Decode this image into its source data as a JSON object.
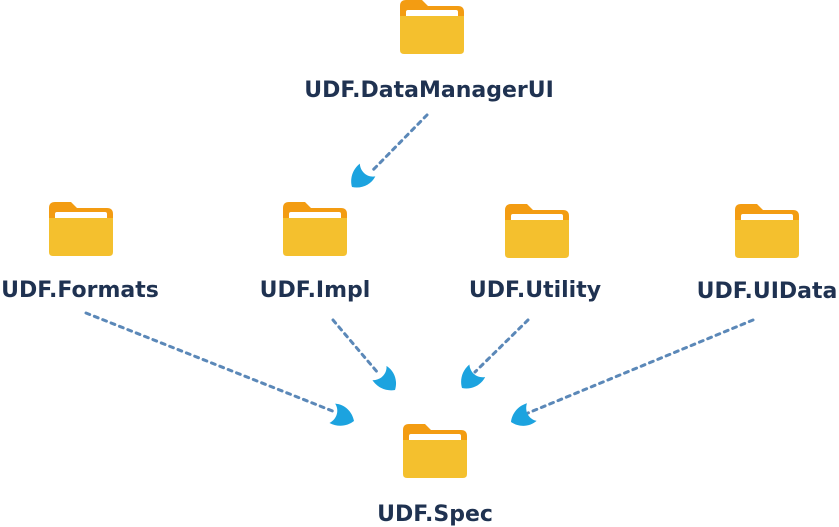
{
  "colors": {
    "folder_front": "#f4c02e",
    "folder_back": "#f39c12",
    "folder_paper": "#ffffff",
    "label": "#1f3251",
    "edge": "#5b88b8",
    "arrow": "#1ca3df"
  },
  "nodes": {
    "datamanager_ui": {
      "label": "UDF.DataManagerUI",
      "icon": "folder-icon"
    },
    "formats": {
      "label": "UDF.Formats",
      "icon": "folder-icon"
    },
    "impl": {
      "label": "UDF.Impl",
      "icon": "folder-icon"
    },
    "utility": {
      "label": "UDF.Utility",
      "icon": "folder-icon"
    },
    "uidata": {
      "label": "UDF.UIData",
      "icon": "folder-icon"
    },
    "spec": {
      "label": "UDF.Spec",
      "icon": "folder-icon"
    }
  },
  "edges": [
    {
      "from": "datamanager_ui",
      "to": "impl"
    },
    {
      "from": "formats",
      "to": "spec"
    },
    {
      "from": "impl",
      "to": "spec"
    },
    {
      "from": "utility",
      "to": "spec"
    },
    {
      "from": "uidata",
      "to": "spec"
    }
  ]
}
